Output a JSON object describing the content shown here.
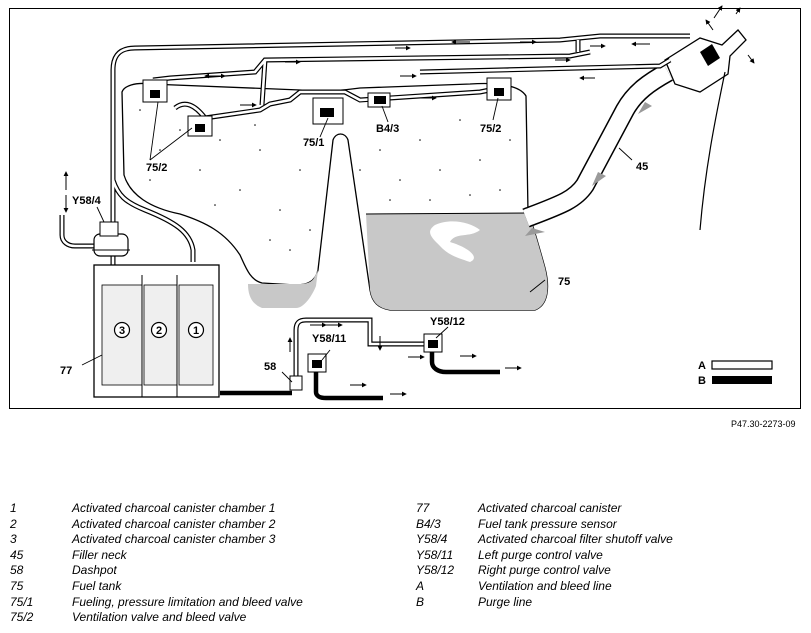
{
  "diagram": {
    "labels": {
      "y58_4": "Y58/4",
      "l75_2_left": "75/2",
      "l75_1": "75/1",
      "b4_3": "B4/3",
      "l75_2_right": "75/2",
      "l45": "45",
      "l75": "75",
      "y58_11": "Y58/11",
      "y58_12": "Y58/12",
      "l58": "58",
      "l77": "77",
      "chamber_3": "3",
      "chamber_2": "2",
      "chamber_1": "1",
      "key_a": "A",
      "key_b": "B"
    },
    "colors": {
      "line": "#000000",
      "fuel": "#c8c8c8",
      "vent_fill": "#ffffff",
      "arrow_grey": "#9a9a9a"
    },
    "reference": "P47.30-2273-09"
  },
  "legend": {
    "left": [
      {
        "key": "1",
        "text": "Activated charcoal canister chamber 1"
      },
      {
        "key": "2",
        "text": "Activated charcoal canister chamber 2"
      },
      {
        "key": "3",
        "text": "Activated charcoal canister chamber 3"
      },
      {
        "key": "45",
        "text": "Filler neck"
      },
      {
        "key": "58",
        "text": "Dashpot"
      },
      {
        "key": "75",
        "text": "Fuel tank"
      },
      {
        "key": "75/1",
        "text": "Fueling, pressure limitation and bleed valve"
      },
      {
        "key": "75/2",
        "text": "Ventilation valve and bleed valve"
      }
    ],
    "right": [
      {
        "key": "77",
        "text": "Activated charcoal canister"
      },
      {
        "key": "B4/3",
        "text": "Fuel tank pressure sensor"
      },
      {
        "key": "Y58/4",
        "text": "Activated charcoal filter shutoff valve"
      },
      {
        "key": "Y58/11",
        "text": "Left purge control valve"
      },
      {
        "key": "Y58/12",
        "text": "Right purge control valve"
      },
      {
        "key": "A",
        "text": "Ventilation and bleed line"
      },
      {
        "key": "B",
        "text": "Purge line"
      }
    ]
  }
}
